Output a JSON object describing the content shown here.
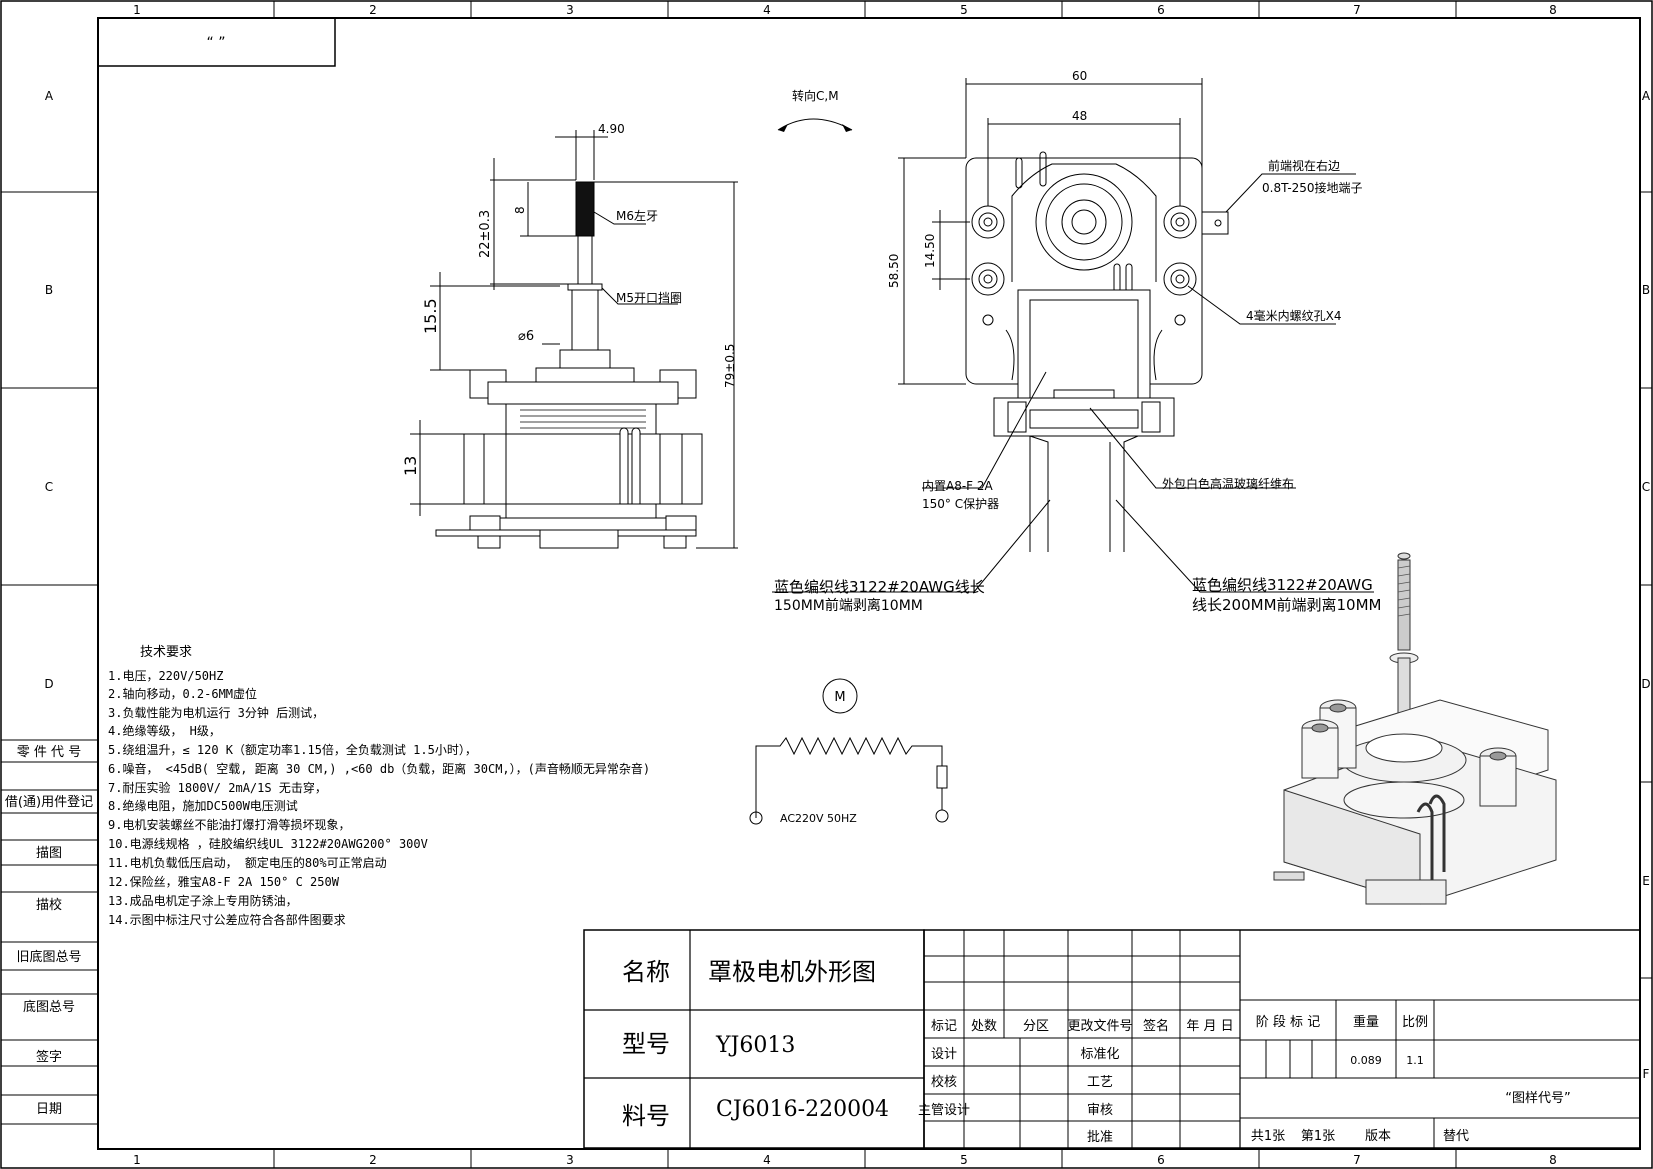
{
  "frame": {
    "col_labels": [
      "1",
      "2",
      "3",
      "4",
      "5",
      "6",
      "7",
      "8"
    ],
    "row_labels": [
      "A",
      "B",
      "C",
      "D",
      "E",
      "F"
    ],
    "corner_mark": "“ ”"
  },
  "side_block": [
    "零 件 代 号",
    "借(通)用件登记",
    "描图",
    "描校",
    "旧底图总号",
    "底图总号",
    "签字",
    "日期"
  ],
  "side_view": {
    "dim_490": "4.90",
    "dim_22": "22±0.3",
    "dim_8": "8",
    "thread": "M6左牙",
    "clip": "M5开口挡圈",
    "dim_155": "15.5",
    "dia6": "⌀6",
    "dim_79": "79±0.5",
    "dim_13": "13"
  },
  "rotation": "转向C,M",
  "front_view": {
    "dim_60": "60",
    "dim_48": "48",
    "dim_5850": "58.50",
    "dim_1450": "14.50",
    "terminal_title": "前端视在右边",
    "terminal_desc": "0.8T-250接地端子",
    "holes": "4毫米内螺纹孔X4",
    "protector_1": "内置A8-F 2A",
    "protector_2": "150° C保护器",
    "sleeve": "外包白色高温玻璃纤维布",
    "wire_left_1": "蓝色编织线3122#20AWG线长",
    "wire_left_2": "150MM前端剥离10MM",
    "wire_right_1": "蓝色编织线3122#20AWG",
    "wire_right_2": "线长200MM前端剥离10MM"
  },
  "tech": {
    "title": "技术要求",
    "lines": [
      "1.电压，220V/50HZ",
      "2.轴向移动，0.2-6MM虚位",
      "3.负载性能为电机运行      3分钟  后测试，",
      "4.绝缘等级，  H级，",
      "5.绕组温升，≤ 120 K（额定功率1.15倍，全负载测试    1.5小时），",
      "6.噪音，   <45dB( 空载, 距离   30 CM,) ,<60 db（负载，距离  30CM,），(声音畅顺无异常杂音)",
      "7.耐压实验   1800V/  2mA/1S   无击穿，",
      "8.绝缘电阻，施加DC500W电压测试",
      "9.电机安装螺丝不能油打爆打滑等损坏现象，",
      "10.电源线规格       ，硅胶编织线UL     3122#20AWG200° 300V",
      "11.电机负载低压启动，  额定电压的80%可正常启动",
      "12.保险丝，雅宝A8-F 2A 150° C 250W",
      "13.成品电机定子涂上专用防锈油，",
      "14.示图中标注尺寸公差应符合各部件图要求"
    ]
  },
  "circuit": {
    "motor": "M",
    "supply": "AC220V 50HZ"
  },
  "title_block": {
    "name_label": "名称",
    "name_value": "罩极电机外形图",
    "model_label": "型号",
    "model_value": "YJ6013",
    "part_label": "料号",
    "part_value": "CJ6016-220004",
    "rev_headers": [
      "标记",
      "处数",
      "分区",
      "更改文件号",
      "签名",
      "年 月 日"
    ],
    "sign_rows": [
      "设计",
      "校核",
      "主管设计"
    ],
    "approvals": [
      "标准化",
      "工艺",
      "审核",
      "批准"
    ],
    "stage": "阶 段 标 记",
    "weight_label": "重量",
    "scale_label": "比例",
    "weight": "0.089",
    "scale": "1.1",
    "drawing_no": "“图样代号”",
    "sheets": "共1张",
    "sheet_no": "第1张",
    "version": "版本",
    "replace": "替代"
  }
}
